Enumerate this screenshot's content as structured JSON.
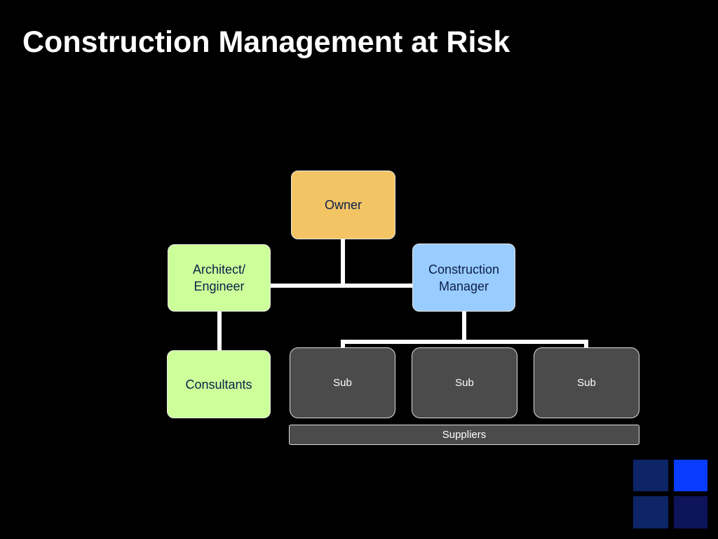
{
  "slide": {
    "title": "Construction Management at Risk"
  },
  "diagram": {
    "owner": {
      "label": "Owner",
      "fill": "#f2c464"
    },
    "architect_engineer": {
      "label": "Architect/ Engineer",
      "fill": "#ccff99"
    },
    "construction_manager": {
      "label": "Construction Manager",
      "fill": "#99ccff"
    },
    "consultants": {
      "label": "Consultants",
      "fill": "#ccff99"
    },
    "subs": [
      {
        "label": "Sub"
      },
      {
        "label": "Sub"
      },
      {
        "label": "Sub"
      }
    ],
    "suppliers": {
      "label": "Suppliers"
    },
    "connector_color": "#ffffff",
    "sub_fill": "#4b4b4b",
    "text_color_dark": "#0b1f4a"
  },
  "logo": {
    "colors": [
      "#0d2466",
      "#0a3cff",
      "#0d2466",
      "#0d145a"
    ]
  }
}
